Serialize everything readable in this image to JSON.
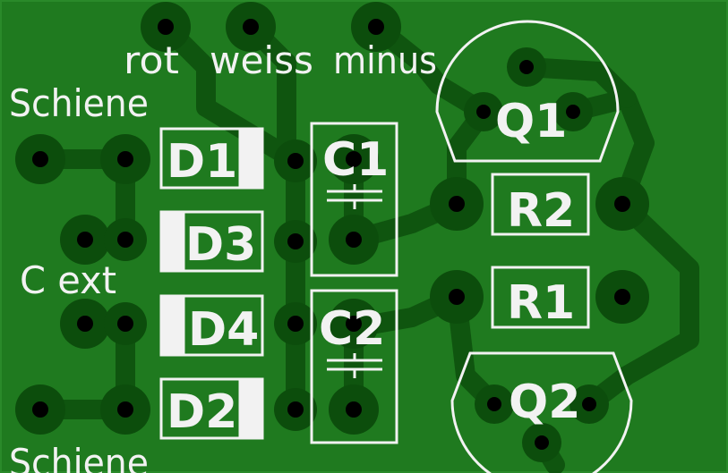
{
  "colors": {
    "board": "#1f7a1f",
    "board_edge": "#2a8a2a",
    "trace": "#0f550f",
    "pad": "#0c4d0c",
    "hole": "#000000",
    "silk": "#f2f2f2"
  },
  "labels": {
    "rot": "rot",
    "weiss": "weiss",
    "minus": "minus",
    "schiene_top": "Schiene",
    "cext": "C ext",
    "schiene_bottom": "Schiene"
  },
  "components": {
    "d1": "D1",
    "d3": "D3",
    "d4": "D4",
    "d2": "D2",
    "c1": "C1",
    "c2": "C2",
    "q1": "Q1",
    "q2": "Q2",
    "r1": "R1",
    "r2": "R2"
  }
}
